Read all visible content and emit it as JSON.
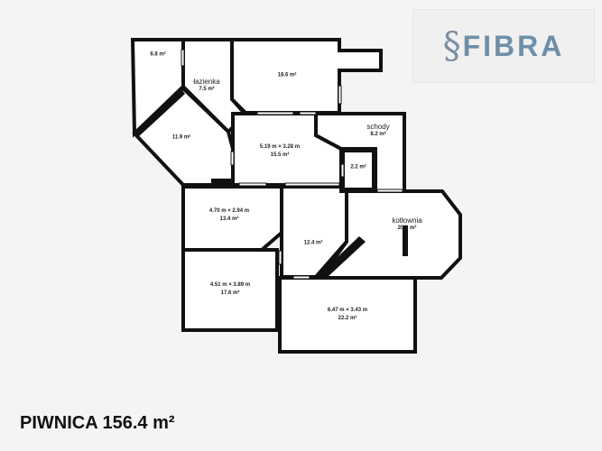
{
  "logo": {
    "text": "FIBRA",
    "mark": "§"
  },
  "footer": {
    "title": "PIWNICA 156.4 m²"
  },
  "rooms": [
    {
      "id": "r1",
      "area": "6.8 m²"
    },
    {
      "id": "r2",
      "name": "łazienka",
      "area": "7.5 m²"
    },
    {
      "id": "r3",
      "area": "18.6 m²"
    },
    {
      "id": "r4",
      "area": "11.9 m²"
    },
    {
      "id": "r5",
      "dims": "5.19 m × 3.28 m",
      "area": "15.5 m²"
    },
    {
      "id": "r6",
      "name": "schody",
      "area": "8.2 m²"
    },
    {
      "id": "r7",
      "area": "2.2 m²"
    },
    {
      "id": "r8",
      "dims": "4.70 m × 2.94 m",
      "area": "13.4 m²"
    },
    {
      "id": "r9",
      "area": "12.4 m²"
    },
    {
      "id": "r10",
      "name": "kotłownia",
      "area": "20.1 m²"
    },
    {
      "id": "r11",
      "dims": "4.51 m × 3.89 m",
      "area": "17.6 m²"
    },
    {
      "id": "r12",
      "dims": "6.47 m × 3.43 m",
      "area": "22.2 m²"
    }
  ]
}
